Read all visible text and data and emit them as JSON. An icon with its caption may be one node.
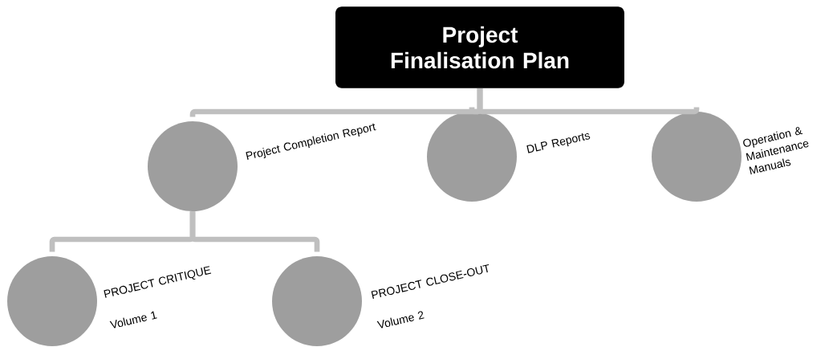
{
  "diagram": {
    "nodes": [
      {
        "text": [
          "Project Finalisation Plan"
        ]
      },
      {
        "text": [],
        "shape": "circle",
        "beside": [
          "Project Completion Report"
        ]
      },
      {
        "text": [],
        "shape": "circle",
        "beside": [
          "DLP Reports"
        ]
      },
      {
        "text": [],
        "shape": "circle",
        "beside": [
          "Operation & Maintenance Manuals"
        ]
      },
      {
        "text": [],
        "shape": "circle",
        "beside": [
          "PROJECT CRITIQUE",
          "Volume 1"
        ]
      },
      {
        "text": [],
        "shape": "circle",
        "beside": [
          "PROJECT CLOSE-OUT",
          "Volume 2"
        ]
      }
    ],
    "edges": [
      {
        "from": 0,
        "to": 1,
        "arrow": "none"
      },
      {
        "from": 0,
        "to": 2,
        "arrow": "none"
      },
      {
        "from": 0,
        "to": 3,
        "arrow": "none"
      },
      {
        "from": 1,
        "to": 4,
        "arrow": "none"
      },
      {
        "from": 1,
        "to": 5,
        "arrow": "none"
      }
    ]
  }
}
